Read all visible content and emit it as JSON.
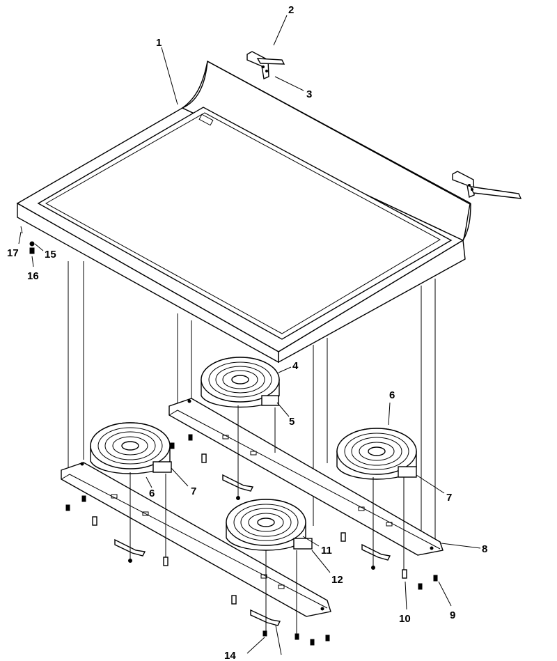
{
  "callouts": {
    "c1": "1",
    "c2": "2",
    "c3": "3",
    "c4": "4",
    "c5": "5",
    "c6a": "6",
    "c6b": "6",
    "c7a": "7",
    "c7b": "7",
    "c8": "8",
    "c9": "9",
    "c10": "10",
    "c11": "11",
    "c12": "12",
    "c14": "14",
    "c15": "15",
    "c16": "16",
    "c17": "17"
  },
  "parts": [
    {
      "id": "1",
      "name": "cooktop-glass"
    },
    {
      "id": "2",
      "name": "hinge-bracket"
    },
    {
      "id": "3",
      "name": "hinge-screw"
    },
    {
      "id": "4",
      "name": "element-rear-left"
    },
    {
      "id": "5",
      "name": "limiter-rear-left"
    },
    {
      "id": "6",
      "name": "element-rear-right-and-front-left"
    },
    {
      "id": "7",
      "name": "limiter"
    },
    {
      "id": "8",
      "name": "support-channel"
    },
    {
      "id": "9",
      "name": "screw"
    },
    {
      "id": "10",
      "name": "screw"
    },
    {
      "id": "11",
      "name": "element-front-right"
    },
    {
      "id": "12",
      "name": "limiter-front-right"
    },
    {
      "id": "14",
      "name": "clip"
    },
    {
      "id": "15",
      "name": "washer"
    },
    {
      "id": "16",
      "name": "bumper"
    },
    {
      "id": "17",
      "name": "screw"
    }
  ]
}
